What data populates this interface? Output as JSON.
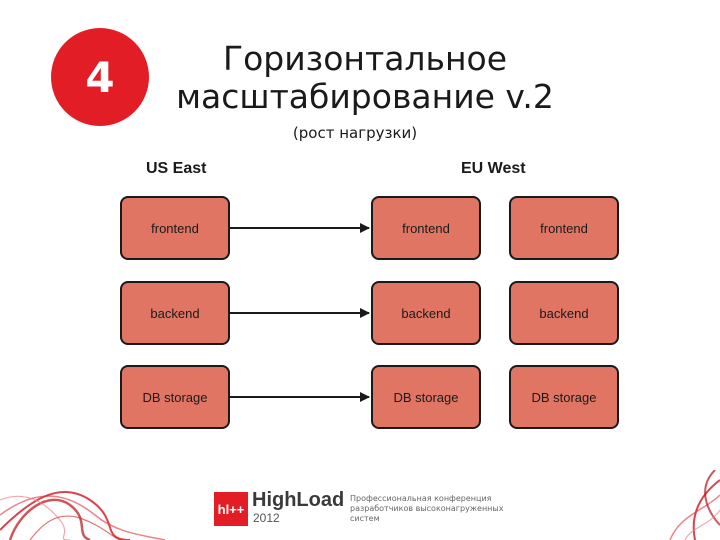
{
  "slide": {
    "number": "4",
    "title_line1": "Горизонтальное",
    "title_line2": "масштабирование v.2",
    "subtitle": "(рост нагрузки)"
  },
  "diagram": {
    "regions": [
      "US East",
      "EU West"
    ],
    "us_east": [
      "frontend",
      "backend",
      "DB storage"
    ],
    "eu_west_a": [
      "frontend",
      "backend",
      "DB storage"
    ],
    "eu_west_b": [
      "frontend",
      "backend",
      "DB storage"
    ]
  },
  "footer": {
    "logo_mark": "hl++",
    "logo_name": "HighLoad",
    "logo_year": "2012",
    "conference_line1": "Профессиональная конференция",
    "conference_line2": "разработчиков высоконагруженных",
    "conference_line3": "систем"
  },
  "colors": {
    "badge": "#e21d25",
    "node_fill": "#e17564",
    "node_border": "#1a1a1a",
    "accent": "#e21d25"
  }
}
